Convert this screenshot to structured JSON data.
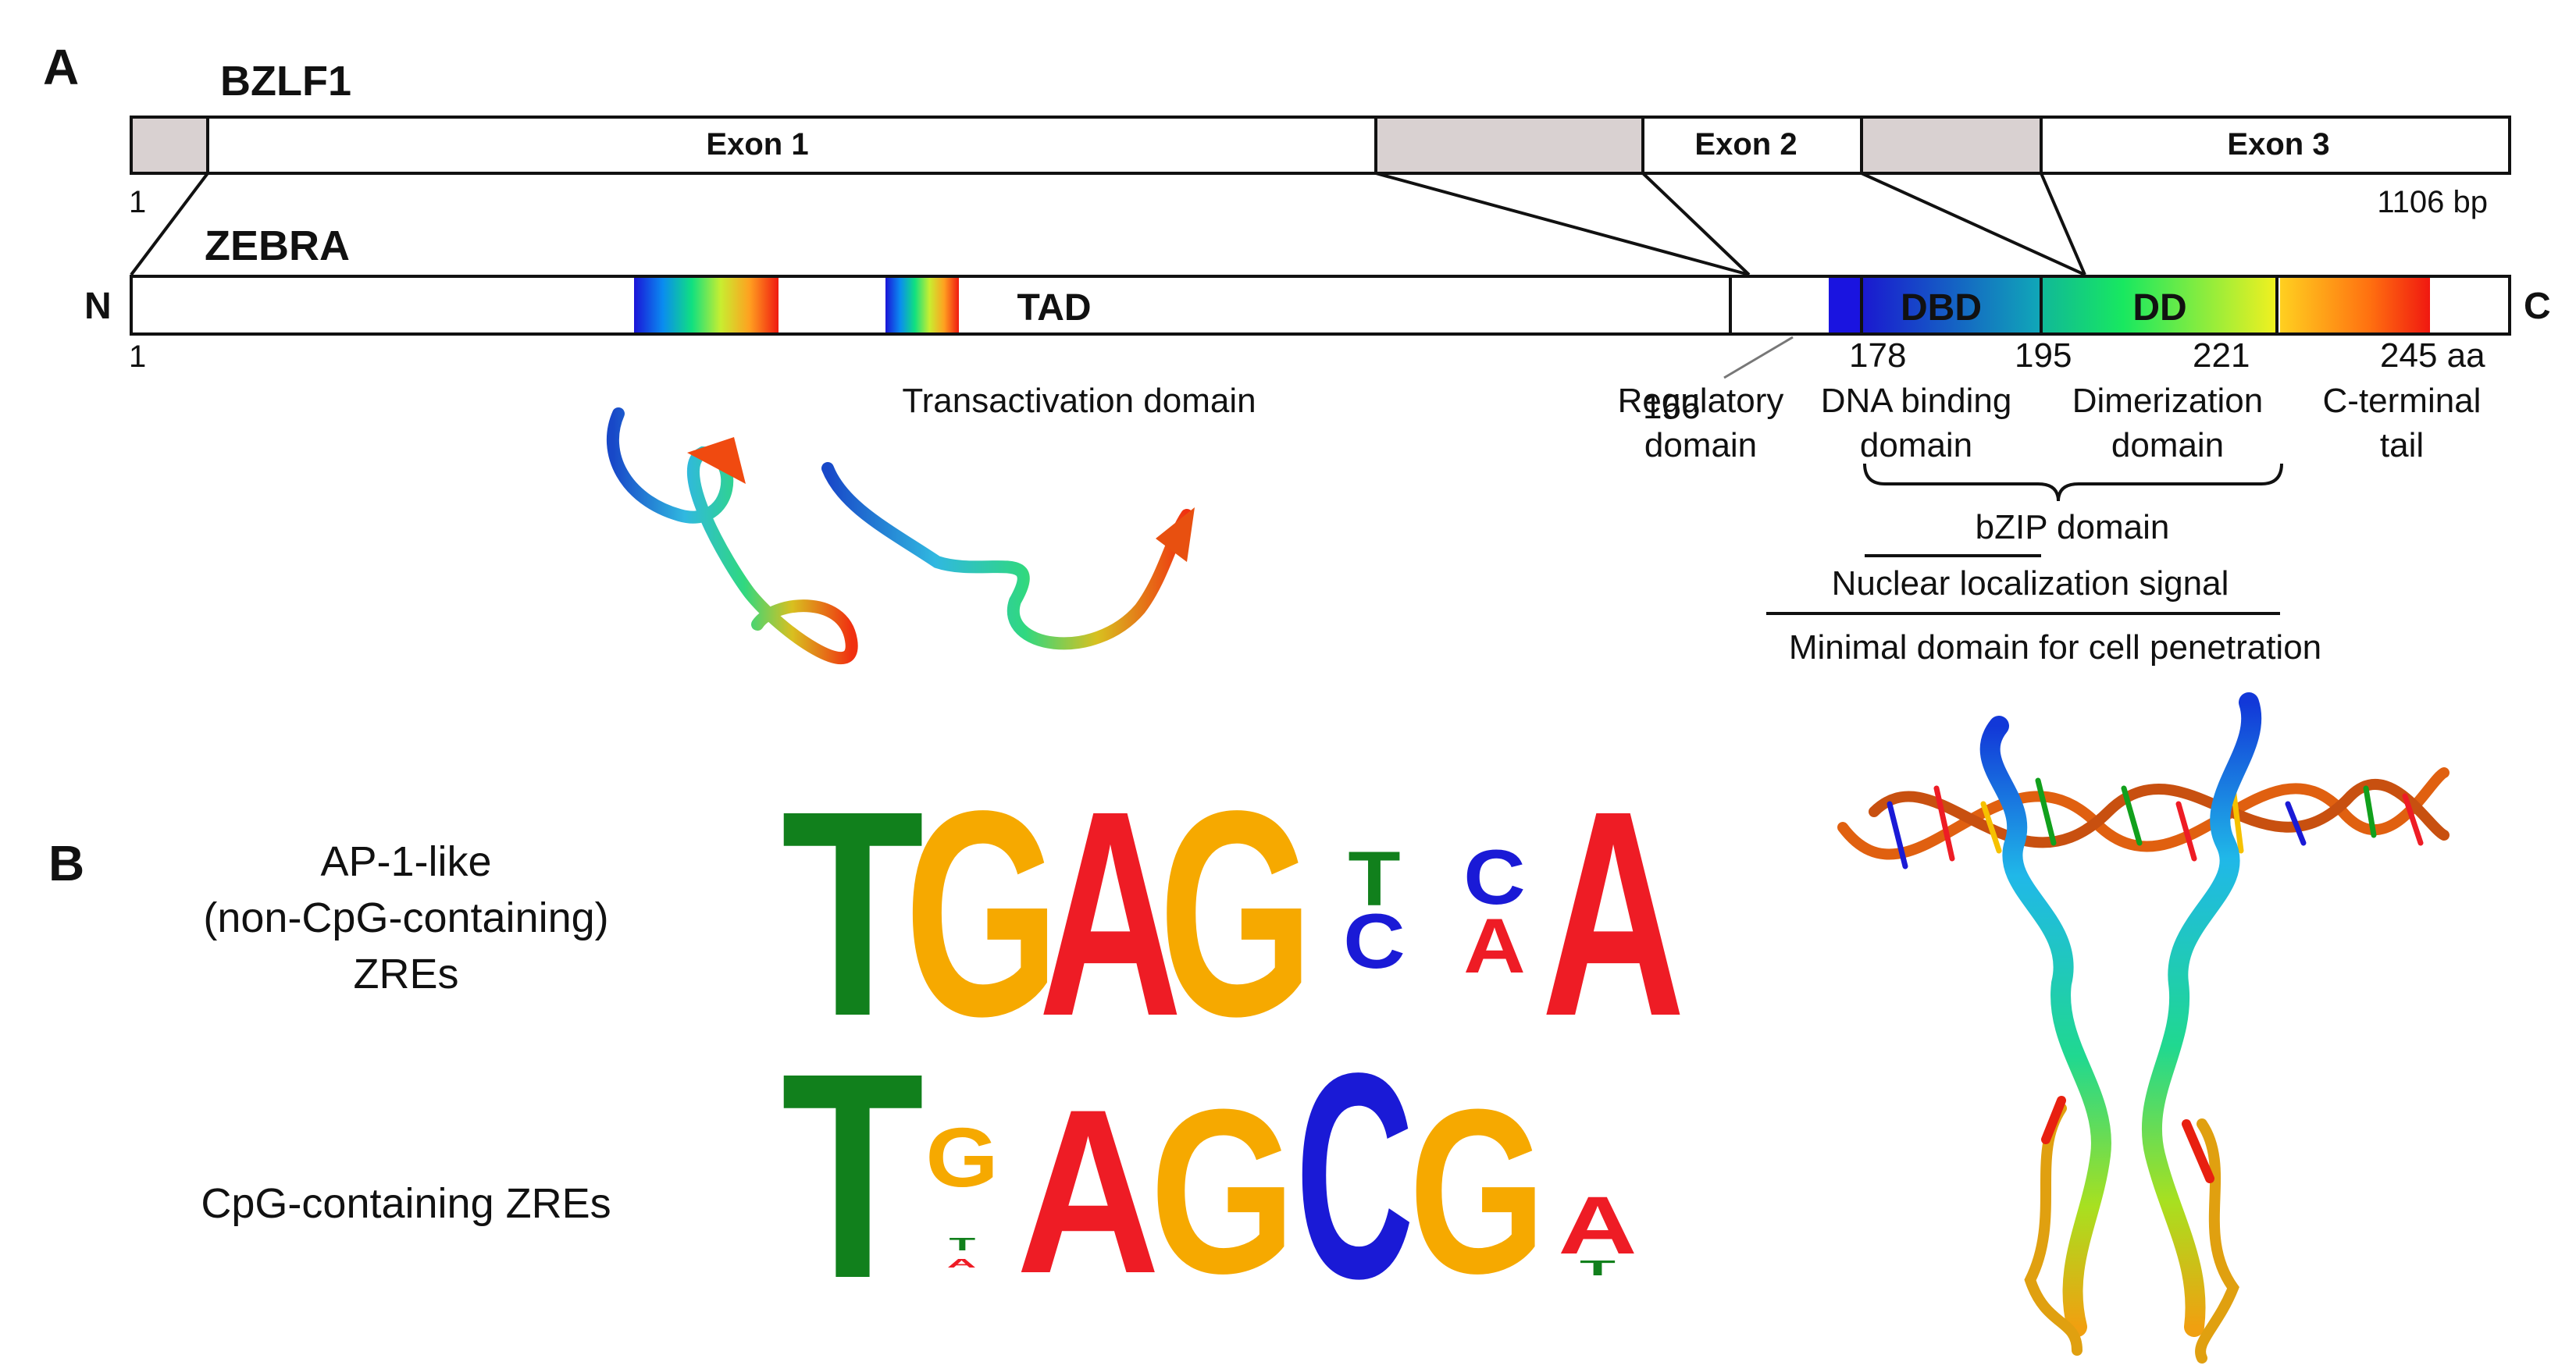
{
  "panel_a": {
    "label": "A",
    "gene_name": "BZLF1",
    "exons": [
      "Exon 1",
      "Exon 2",
      "Exon 3"
    ],
    "gene_start": "1",
    "gene_end": "1106 bp",
    "protein_name": "ZEBRA",
    "n_terminus": "N",
    "c_terminus": "C",
    "protein_start": "1",
    "tad_label": "TAD",
    "dbd_label": "DBD",
    "dd_label": "DD",
    "positions": [
      "166",
      "178",
      "195",
      "221",
      "245 aa"
    ],
    "domain_labels": {
      "tad": "Transactivation domain",
      "regulatory": [
        "Regulatory",
        "domain"
      ],
      "dna_binding": [
        "DNA binding",
        "domain"
      ],
      "dimerization": [
        "Dimerization",
        "domain"
      ],
      "c_terminal": [
        "C-terminal",
        "tail"
      ]
    },
    "bzip": "bZIP domain",
    "nls": "Nuclear localization signal",
    "min_domain": "Minimal domain for cell penetration"
  },
  "panel_b": {
    "label": "B",
    "row1_label": [
      "AP-1-like",
      "(non-CpG-containing)",
      "ZREs"
    ],
    "row2_label": "CpG-containing ZREs",
    "logo_row1": [
      [
        {
          "letter": "T",
          "color": "#11801c"
        }
      ],
      [
        {
          "letter": "G",
          "color": "#f6a900"
        }
      ],
      [
        {
          "letter": "A",
          "color": "#ee1c25"
        }
      ],
      [
        {
          "letter": "G",
          "color": "#f6a900"
        }
      ],
      [
        {
          "letter": "T",
          "color": "#11801c"
        },
        {
          "letter": "C",
          "color": "#1a1ad6"
        }
      ],
      [
        {
          "letter": "C",
          "color": "#1a1ad6"
        },
        {
          "letter": "A",
          "color": "#ee1c25"
        }
      ],
      [
        {
          "letter": "A",
          "color": "#ee1c25"
        }
      ]
    ],
    "logo_row2": [
      [
        {
          "letter": "T",
          "color": "#11801c"
        }
      ],
      [
        {
          "letter": "G",
          "color": "#f6a900"
        },
        {
          "letter": "T",
          "color": "#11801c"
        },
        {
          "letter": "A",
          "color": "#ee1c25"
        }
      ],
      [
        {
          "letter": "A",
          "color": "#ee1c25"
        }
      ],
      [
        {
          "letter": "G",
          "color": "#f6a900"
        }
      ],
      [
        {
          "letter": "C",
          "color": "#1a1ad6"
        }
      ],
      [
        {
          "letter": "G",
          "color": "#f6a900"
        }
      ],
      [
        {
          "letter": "A",
          "color": "#ee1c25"
        },
        {
          "letter": "T",
          "color": "#11801c"
        }
      ]
    ]
  },
  "colors": {
    "T": "#11801c",
    "G": "#f6a900",
    "A": "#ee1c25",
    "C": "#1a1ad6",
    "intron": "#d9d1d1"
  }
}
